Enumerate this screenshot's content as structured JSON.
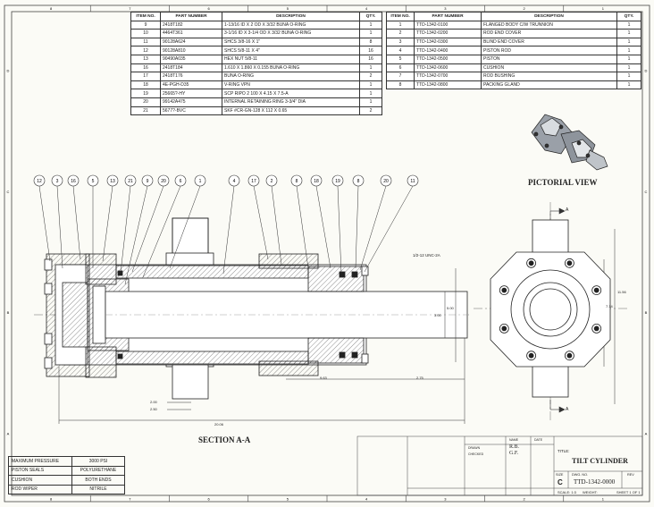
{
  "bom_left": {
    "headers": [
      "ITEM NO.",
      "PART NUMBER",
      "DESCRIPTION",
      "QTY."
    ],
    "rows": [
      [
        "9",
        "2418T182",
        "1-13/16 ID X 2 OD X 3/32 BUNA O-RING",
        "1"
      ],
      [
        "10",
        "4464T361",
        "3-1/16 ID X 3-1/4 OD X 3/32 BUNA O-RING",
        "1"
      ],
      [
        "11",
        "90128A624",
        "SHCS 3/8-16 X 1\"",
        "8"
      ],
      [
        "12",
        "90128A810",
        "SHCS 5/8-11 X 4\"",
        "16"
      ],
      [
        "13",
        "90490A035",
        "HEX NUT 5/8-11",
        "16"
      ],
      [
        "16",
        "2418T184",
        "1.610 X 1.860 X 0.155 BUNA O-RING",
        "1"
      ],
      [
        "17",
        "2418T176",
        "BUNA O-RING",
        "2"
      ],
      [
        "18",
        "4E-PGH-D35",
        "V-RING VPN",
        "1"
      ],
      [
        "19",
        "25665?-HY",
        "SCP RIPO 2 100 X 4.15 X 7.5-A",
        "1"
      ],
      [
        "20",
        "99142A475",
        "INTERNAL RETAINING RING 3-3/4\" DIA",
        "1"
      ],
      [
        "21",
        "5677?-BVC",
        "SKF #CR-GN-128 X 112 X 0.65",
        "2"
      ]
    ]
  },
  "bom_right": {
    "headers": [
      "ITEM NO.",
      "PART NUMBER",
      "DESCRIPTION",
      "QTY."
    ],
    "rows": [
      [
        "1",
        "TTD-1342-0100",
        "FLANGED BODY C/W TRUNNION",
        "1"
      ],
      [
        "2",
        "TTD-1342-0200",
        "ROD END COVER",
        "1"
      ],
      [
        "3",
        "TTD-1342-0300",
        "BLIND END COVER",
        "1"
      ],
      [
        "4",
        "TTD-1342-0400",
        "PISTON ROD",
        "1"
      ],
      [
        "5",
        "TTD-1342-0500",
        "PISTON",
        "1"
      ],
      [
        "6",
        "TTD-1342-0600",
        "CUSHION",
        "1"
      ],
      [
        "7",
        "TTD-1342-0700",
        "ROD BUSHING",
        "1"
      ],
      [
        "8",
        "TTD-1342-0800",
        "PACKING GLAND",
        "1"
      ]
    ]
  },
  "balloons": [
    "12",
    "3",
    "16",
    "5",
    "13",
    "21",
    "9",
    "20",
    "6",
    "1",
    "4",
    "17",
    "2",
    "8",
    "18",
    "19",
    "8",
    "20",
    "11"
  ],
  "labels": {
    "pictorial": "PICTORIAL VIEW",
    "section": "SECTION A-A",
    "section_mark": "A",
    "thread_note": "1/2-12 UNC-2A"
  },
  "dims": {
    "overall": "20.06",
    "d1": "2.00",
    "d2": "2.50",
    "d3": "9.63",
    "d4": "2.75",
    "d5": "3.00",
    "d6": "5.00",
    "side_h": "11.56",
    "side_w": "7.14"
  },
  "spec_table": [
    [
      "MAXIMUM PRESSURE",
      "3000 PSI"
    ],
    [
      "PISTON SEALS",
      "POLYURETHANE"
    ],
    [
      "CUSHION",
      "BOTH ENDS"
    ],
    [
      "ROD WIPER",
      "NITRILE"
    ]
  ],
  "title_block": {
    "title": "TILT CYLINDER",
    "size": "C",
    "dwg_no": "TTD-1342-0000",
    "rev_label": "REV",
    "dwg_label": "DWG. NO.",
    "size_label": "SIZE",
    "scale": "SCALE: 1:3",
    "weight": "WEIGHT:",
    "sheet": "SHEET 1 OF 1",
    "title_label": "TITLE:",
    "drawn": "DRAWN",
    "checked": "CHECKED",
    "name_label": "NAME",
    "date_label": "DATE",
    "drawn_by": "R.B.",
    "checked_by": "G.F."
  },
  "zones_top": [
    "8",
    "7",
    "6",
    "5",
    "4",
    "3",
    "2",
    "1"
  ],
  "zones_side": [
    "D",
    "C",
    "B",
    "A"
  ]
}
